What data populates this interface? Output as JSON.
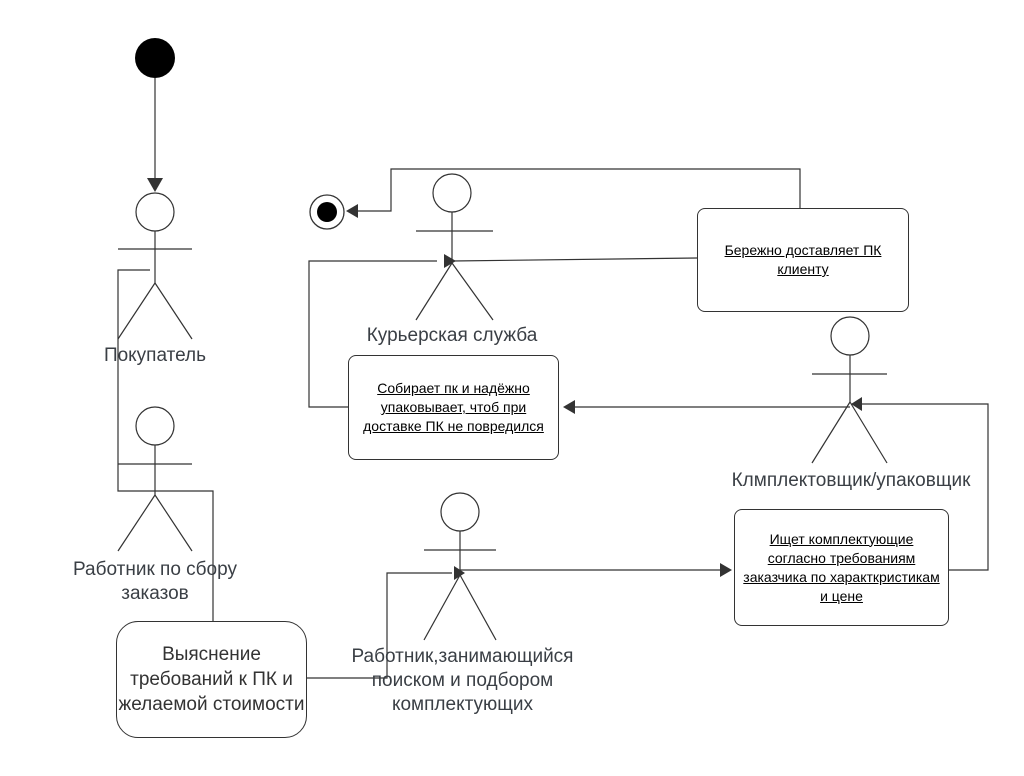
{
  "diagram": {
    "actors": {
      "customer": "Покупатель",
      "order_worker": "Работник по сбору заказов",
      "courier": "Курьерская служба",
      "packer": "Клмплектовщик/упаковщик",
      "parts_worker": "Работник,занимающийся поиском и подбором комплектующих"
    },
    "activities": {
      "clarify_requirements": "Выяснение требований к ПК и желаемой стоимости",
      "search_components": "Ищет комплектующие согласно требованиям заказчика по характкристикам и цене",
      "assemble_pack": "Собирает пк и надёжно упаковывает, чтоб при доставке ПК не повредился",
      "deliver": "Бережно доставляет ПК клиенту"
    },
    "colors": {
      "line": "#333333",
      "fill_node": "#000000"
    }
  }
}
